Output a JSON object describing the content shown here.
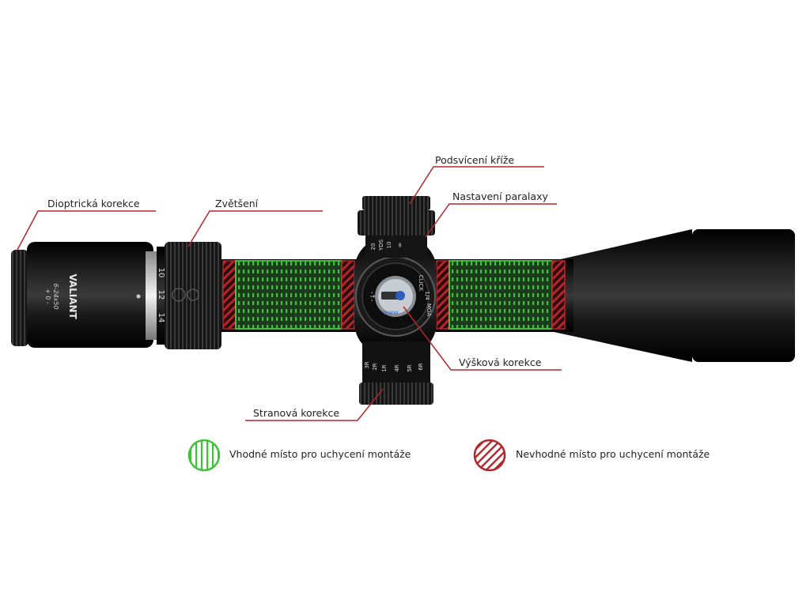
{
  "brand": "VALIANT",
  "model": "6-24x50",
  "diopter_mark": "+ 0 -",
  "magnification_marks": [
    "10",
    "12",
    "14"
  ],
  "turret_marks": {
    "top": [
      "YDS",
      "10",
      "20",
      "∞"
    ],
    "side": [
      "CLICK",
      "1/4",
      "MOA"
    ],
    "side_symbol": "-↑-",
    "bottom": [
      "3R",
      "2R",
      "1R",
      "4R",
      "5R",
      "6R"
    ]
  },
  "watermark": "www.....",
  "callouts": {
    "diopter": "Dioptrická korekce",
    "magnification": "Zvětšení",
    "illumination": "Podsvícení kříže",
    "parallax": "Nastavení paralaxy",
    "elevation": "Výšková korekce",
    "windage": "Stranová korekce"
  },
  "legend": {
    "suitable": "Vhodné místo pro uchycení montáže",
    "unsuitable": "Nevhodné místo pro uchycení montáže"
  },
  "colors": {
    "suitable": "#3fc23a",
    "unsuitable": "#b3262b",
    "callout": "#b3262b",
    "scope_body": "#121212"
  }
}
